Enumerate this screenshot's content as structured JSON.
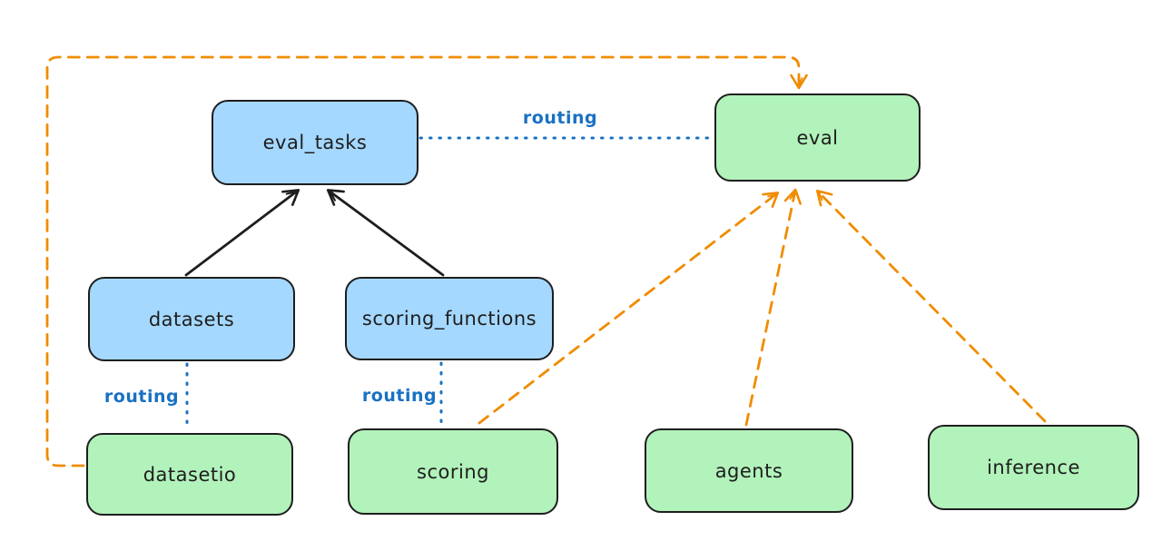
{
  "diagram": {
    "title": "",
    "style": "hand-drawn flowchart",
    "colors": {
      "background": "#ffffff",
      "blue_node_fill": "#a5d8ff",
      "green_node_fill": "#b2f2bb",
      "node_stroke": "#1e1e1e",
      "solid_arrow": "#1e1e1e",
      "routing_line_blue": "#1971c2",
      "dashed_arrow_orange": "#f08c00"
    },
    "nodes": {
      "eval_tasks": {
        "label": "eval_tasks",
        "color": "blue"
      },
      "eval": {
        "label": "eval",
        "color": "green"
      },
      "datasets": {
        "label": "datasets",
        "color": "blue"
      },
      "scoring_functions": {
        "label": "scoring_functions",
        "color": "blue"
      },
      "datasetio": {
        "label": "datasetio",
        "color": "green"
      },
      "scoring": {
        "label": "scoring",
        "color": "green"
      },
      "agents": {
        "label": "agents",
        "color": "green"
      },
      "inference": {
        "label": "inference",
        "color": "green"
      }
    },
    "edge_labels": {
      "routing_top": "routing",
      "routing_datasets": "routing",
      "routing_scoring": "routing"
    },
    "edges": [
      {
        "from": "datasets",
        "to": "eval_tasks",
        "style": "solid",
        "color": "black",
        "arrowhead": "end"
      },
      {
        "from": "scoring_functions",
        "to": "eval_tasks",
        "style": "solid",
        "color": "black",
        "arrowhead": "end"
      },
      {
        "from": "eval_tasks",
        "to": "eval",
        "style": "dotted",
        "color": "blue",
        "arrowhead": "none",
        "label": "routing"
      },
      {
        "from": "datasets",
        "to": "datasetio",
        "style": "dotted",
        "color": "blue",
        "arrowhead": "none",
        "label": "routing"
      },
      {
        "from": "scoring_functions",
        "to": "scoring",
        "style": "dotted",
        "color": "blue",
        "arrowhead": "none",
        "label": "routing"
      },
      {
        "from": "datasetio",
        "to": "eval",
        "style": "dashed",
        "color": "orange",
        "arrowhead": "end",
        "route": "around-left-and-top"
      },
      {
        "from": "scoring",
        "to": "eval",
        "style": "dashed",
        "color": "orange",
        "arrowhead": "end"
      },
      {
        "from": "agents",
        "to": "eval",
        "style": "dashed",
        "color": "orange",
        "arrowhead": "end"
      },
      {
        "from": "inference",
        "to": "eval",
        "style": "dashed",
        "color": "orange",
        "arrowhead": "end"
      }
    ]
  }
}
